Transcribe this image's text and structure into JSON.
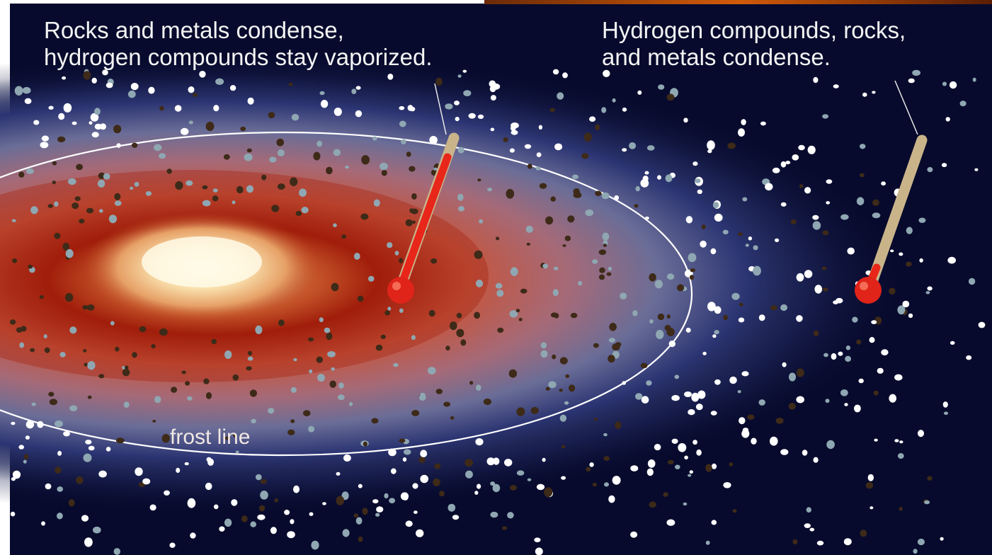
{
  "caption_inner": {
    "line1": "Rocks and metals condense,",
    "line2": "hydrogen compounds stay vaporized."
  },
  "caption_outer": {
    "line1": "Hydrogen compounds, rocks,",
    "line2": "and metals condense."
  },
  "frost_line_label": "frost line",
  "colors": {
    "space": "#070a2c",
    "inner_hot": "#8c1608",
    "core_bright": "#fff6d8",
    "frost_line": "#ffffff",
    "rock": "#3e2a18",
    "metal": "#8fa7b2",
    "ice": "#ffffff",
    "thermometer_hot": "#e8261a",
    "thermometer_tube": "#c9b48a"
  },
  "icons": [
    "thermometer-hot-icon",
    "thermometer-cold-icon"
  ]
}
